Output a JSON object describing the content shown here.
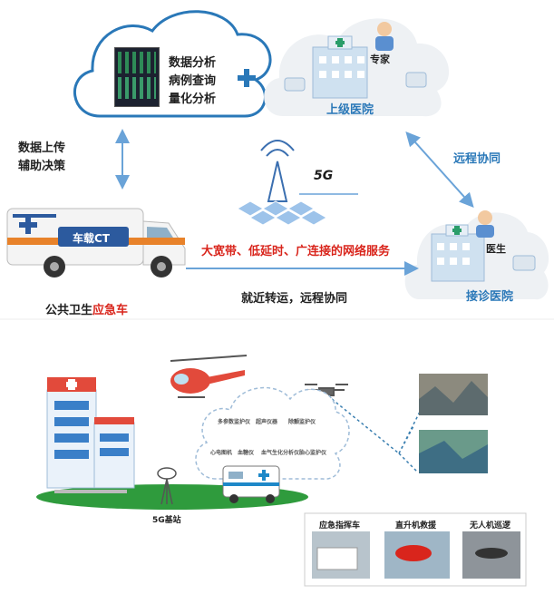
{
  "cloud_main": {
    "items": [
      "数据分析",
      "病例查询",
      "量化分析"
    ]
  },
  "hospitals": {
    "upper": {
      "name": "上级医院",
      "expert_tag": "专家"
    },
    "receiving": {
      "name": "接诊医院",
      "doctor_tag": "医生"
    }
  },
  "labels": {
    "upload": [
      "数据上传",
      "辅助决策"
    ],
    "remote_top": "远程协同",
    "network": "大宽带、低延时、广连接的网络服务",
    "transfer": "就近转运，远程协同",
    "badge_5g": "5G",
    "ambulance_side": "车载CT",
    "vehicle_caption_prefix": "公共卫生",
    "vehicle_caption_highlight": "应急车"
  },
  "lower": {
    "station_label": "5G基站",
    "devices": [
      "多参数监护仪",
      "超声仪器",
      "除颤监护仪",
      "心电图机",
      "血糖仪",
      "血气生化分析仪",
      "胎心监护仪"
    ],
    "photos": [
      {
        "caption": "应急指挥车"
      },
      {
        "caption": "直升机救援"
      },
      {
        "caption": "无人机巡逻"
      }
    ]
  },
  "colors": {
    "accent_blue": "#2a78b8",
    "highlight_red": "#d9251c",
    "arrow_blue": "#6aa3d8"
  }
}
